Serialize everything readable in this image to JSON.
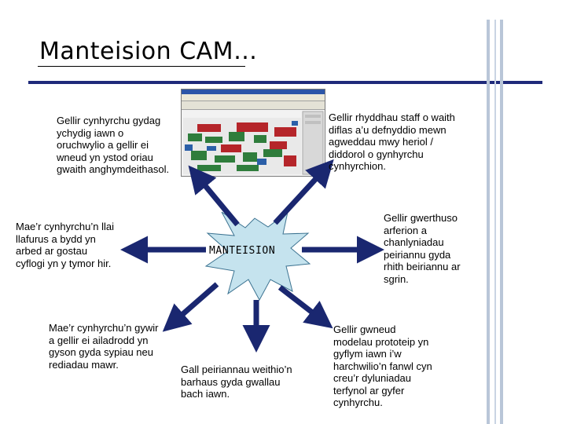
{
  "slide": {
    "title": "Manteision CAM…",
    "center_label": "MANTEISION",
    "accent_color": "#1f2a7a",
    "starburst_color": "#c5e3ee"
  },
  "blocks": {
    "top_left": "Gellir cynhyrchu gydag\nychydig iawn o\noruchwylio a gellir ei\nwneud yn ystod oriau\ngwaith anghymdeithasol.",
    "top_right": "Gellir rhyddhau staff o waith\ndiflas a’u defnyddio mewn\nagweddau mwy heriol /\ndiddorol o gynhyrchu\ncynhyrchion.",
    "mid_left": "Mae’r cynhyrchu’n llai\nllafurus a bydd yn\narbed ar gostau\ncyflogi yn y tymor hir.",
    "mid_right": "Gellir gwerthuso\narferion a\nchanlyniadau\npeiriannu gyda\nrhith beiriannu ar\nsgrin.",
    "bottom_left": "Mae’r cynhyrchu’n gywir\na gellir ei ailadrodd yn\ngyson gyda sypiau neu\nrediadau mawr.",
    "bottom_center": "Gall peiriannau weithio’n\nbarhaus gyda gwallau\nbach iawn.",
    "bottom_right": "Gellir gwneud\nmodelau prototeip yn\ngyflym iawn i’w\nharchwilio’n fanwl cyn\ncreu’r dyluniadau\nterfynol ar gyfer\ncynhyrchu."
  }
}
